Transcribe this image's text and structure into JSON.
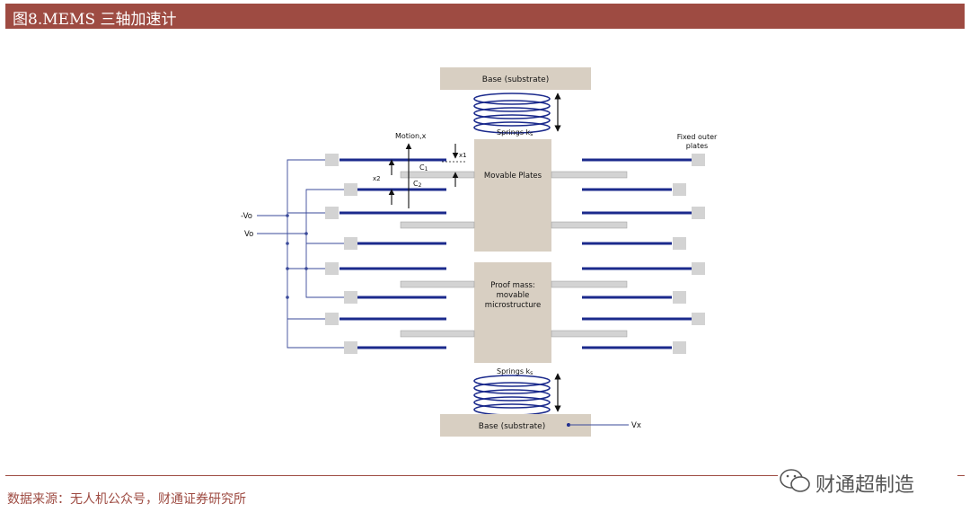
{
  "header": {
    "title": "图8.MEMS 三轴加速计"
  },
  "diagram": {
    "base_top": "Base (substrate)",
    "base_bottom": "Base (substrate)",
    "springs_top": "Springs k",
    "springs_top_sub": "s",
    "springs_bottom": "Springs k",
    "springs_bottom_sub": "s",
    "motion_label": "Motion,x",
    "fixed_outer_plates_line1": "Fixed outer",
    "fixed_outer_plates_line2": "plates",
    "movable_plates": "Movable Plates",
    "proof_mass_line1": "Proof mass:",
    "proof_mass_line2": "movable",
    "proof_mass_line3": "microstructure",
    "c1": "C",
    "c1_sub": "1",
    "c2": "C",
    "c2_sub": "2",
    "x1": "x1",
    "x2": "x2",
    "neg_vo": "-Vo",
    "vo": "Vo",
    "vx": "Vx"
  },
  "footer": {
    "source": "数据来源：无人机公众号，财通证券研究所",
    "watermark": "财通超制造"
  },
  "colors": {
    "title_bar": "#9e4b42",
    "plate": "#1b2a8c",
    "body_fill": "#d8cfc2",
    "pad_fill": "#d3d3d3"
  }
}
